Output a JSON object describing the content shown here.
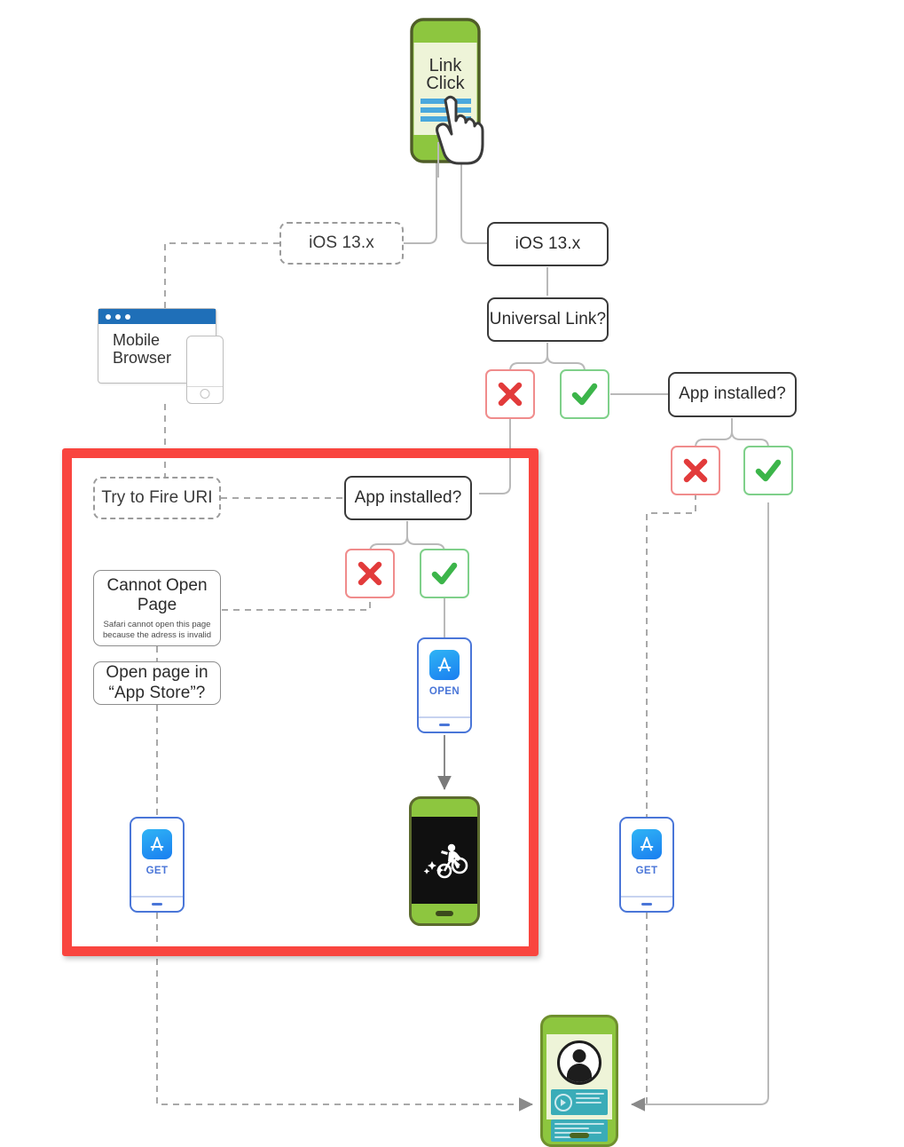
{
  "diagram": {
    "title_node": {
      "line1": "Link",
      "line2": "Click"
    },
    "nodes": {
      "ios_dashed": "iOS 13.x",
      "ios_solid": "iOS 13.x",
      "universal_link": "Universal Link?",
      "app_installed_right": "App installed?",
      "app_installed_inner": "App installed?",
      "try_fire_uri": "Try to Fire URI",
      "cannot_open_title": "Cannot Open Page",
      "cannot_open_body": "Safari cannot open this page because the adress is invalid",
      "open_in_appstore": "Open page in “App Store”?",
      "mobile_browser": "Mobile Browser"
    },
    "app_store": {
      "open_label": "OPEN",
      "get_label_left": "GET",
      "get_label_right": "GET"
    },
    "marks": {
      "no": "cross-mark",
      "yes": "check-mark"
    },
    "colors": {
      "highlight": "#f9453f",
      "no": "#e23b3b",
      "yes": "#3cb54a",
      "node_border": "#3a3a3a",
      "dashed_border": "#9b9b9b",
      "browser_bar": "#1f6fb8",
      "appstore_blue": "#4a76d8",
      "phone_green": "#8dc63f"
    }
  }
}
